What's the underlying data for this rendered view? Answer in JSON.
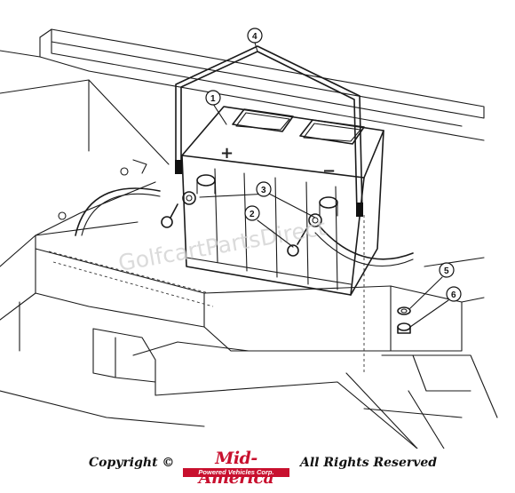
{
  "watermark": "GolfcartPartsDirect",
  "terminals": {
    "positive": "+",
    "negative": "−"
  },
  "callouts": [
    {
      "label": "1",
      "part": "battery"
    },
    {
      "label": "2",
      "part": "terminal-post"
    },
    {
      "label": "3",
      "part": "cable-terminal"
    },
    {
      "label": "4",
      "part": "hold-down-rod"
    },
    {
      "label": "5",
      "part": "washer"
    },
    {
      "label": "6",
      "part": "nut"
    }
  ],
  "footer": {
    "copyright_left": "Copyright ©",
    "logo_main": "Mid-America",
    "logo_sub": "Powered Vehicles Corp.",
    "copyright_right": "All Rights Reserved"
  },
  "colors": {
    "logo_red": "#c8102e",
    "line": "#1a1a1a",
    "watermark": "#cfcfcf"
  }
}
